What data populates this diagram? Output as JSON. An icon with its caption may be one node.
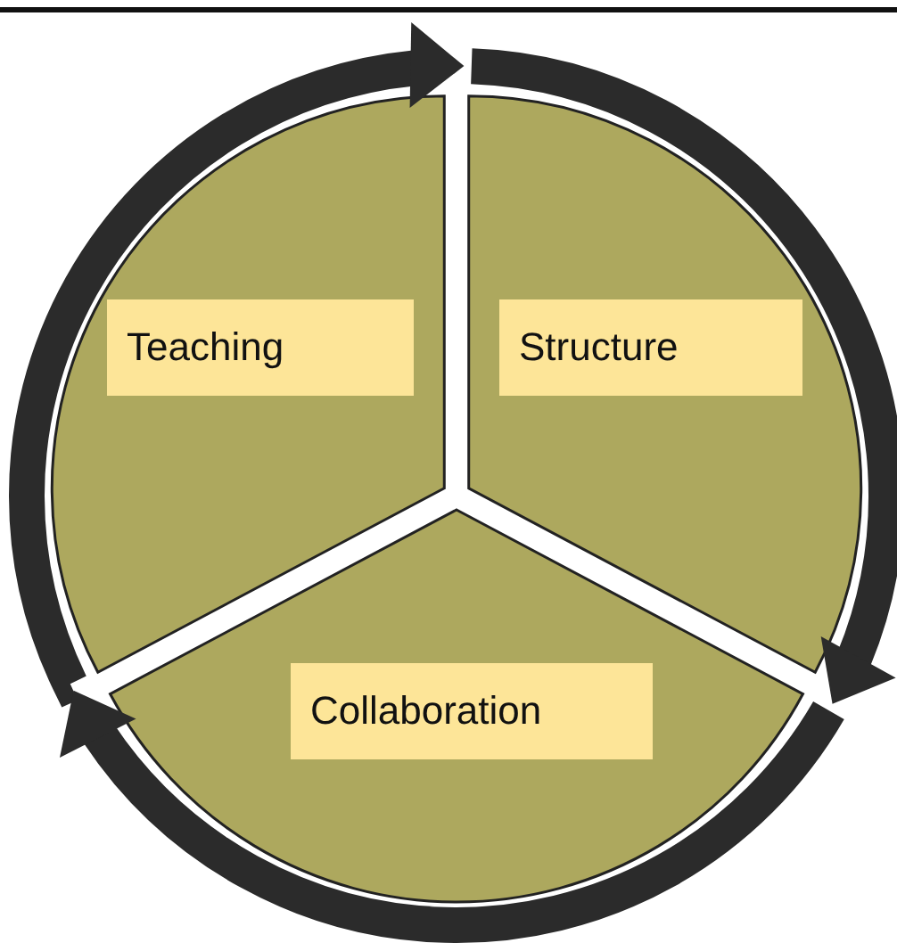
{
  "diagram": {
    "nodes": [
      {
        "text": [
          "Teaching"
        ]
      },
      {
        "text": [
          "Structure"
        ]
      },
      {
        "text": [
          "Collaboration"
        ]
      }
    ],
    "edges": [
      {
        "from": 0,
        "to": 1,
        "arrow": "to"
      },
      {
        "from": 1,
        "to": 2,
        "arrow": "to"
      },
      {
        "from": 2,
        "to": 0,
        "arrow": "to"
      }
    ]
  }
}
